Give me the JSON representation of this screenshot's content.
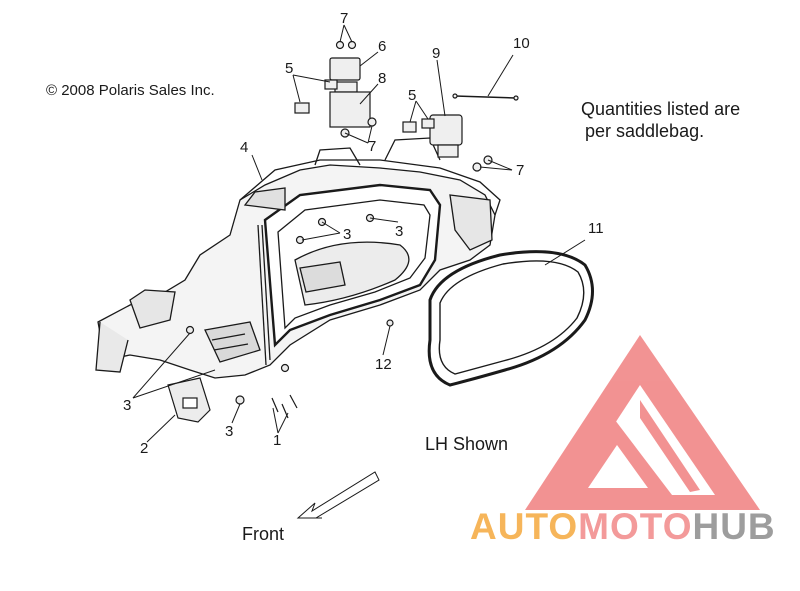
{
  "copyright": "© 2008 Polaris Sales Inc.",
  "note_lines": [
    "Quantities listed are",
    "per saddlebag."
  ],
  "view_label": "LH Shown",
  "direction_label": "Front",
  "callouts": [
    {
      "id": "c7a",
      "text": "7"
    },
    {
      "id": "c6",
      "text": "6"
    },
    {
      "id": "c5a",
      "text": "5"
    },
    {
      "id": "c8",
      "text": "8"
    },
    {
      "id": "c7b",
      "text": "7"
    },
    {
      "id": "c9",
      "text": "9"
    },
    {
      "id": "c10",
      "text": "10"
    },
    {
      "id": "c5b",
      "text": "5"
    },
    {
      "id": "c7c",
      "text": "7"
    },
    {
      "id": "c4",
      "text": "4"
    },
    {
      "id": "c3a",
      "text": "3"
    },
    {
      "id": "c3b",
      "text": "3"
    },
    {
      "id": "c11",
      "text": "11"
    },
    {
      "id": "c12",
      "text": "12"
    },
    {
      "id": "c3c",
      "text": "3"
    },
    {
      "id": "c3d",
      "text": "3"
    },
    {
      "id": "c2",
      "text": "2"
    },
    {
      "id": "c1",
      "text": "1"
    }
  ],
  "watermark": {
    "auto": "AUTO",
    "moto": "MOTO",
    "hub": "HUB",
    "colors": {
      "red": "#f08080",
      "orange": "#f6b55a",
      "gray": "#9d9d9d"
    }
  }
}
